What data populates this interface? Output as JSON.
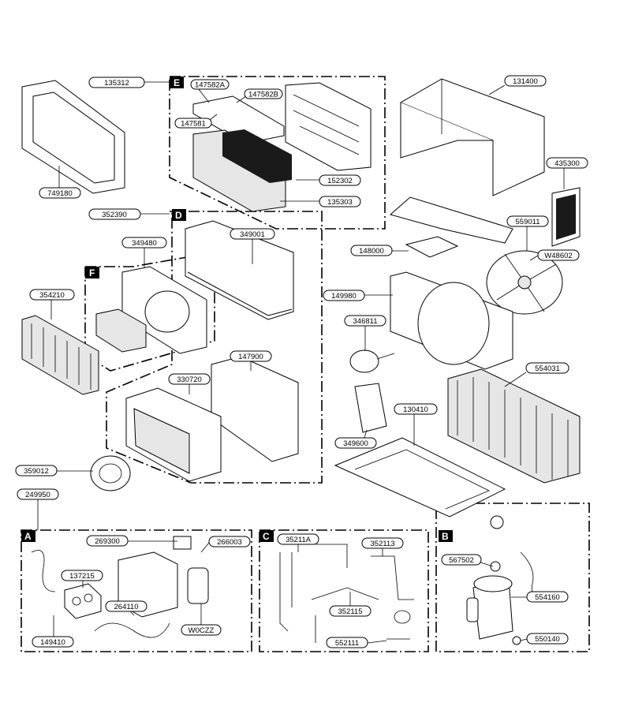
{
  "sections": {
    "A": "A",
    "B": "B",
    "C": "C",
    "D": "D",
    "E": "E",
    "F": "F"
  },
  "parts": {
    "p135312": "135312",
    "p147582a": "147582A",
    "p147582b": "147582B",
    "p147581": "147581",
    "p152302": "152302",
    "p135303": "135303",
    "p131400": "131400",
    "p749180": "749180",
    "p435300": "435300",
    "p352390": "352390",
    "p349480": "349480",
    "p349001": "349001",
    "p148000": "148000",
    "p559011": "559011",
    "pw48602": "W48602",
    "p354210": "354210",
    "p149980": "149980",
    "p346811": "346811",
    "p147900": "147900",
    "p330720": "330720",
    "p554031": "554031",
    "p130410": "130410",
    "p349600": "349600",
    "p359012": "359012",
    "p249950": "249950",
    "p269300": "269300",
    "p266003": "266003",
    "p137215": "137215",
    "p264110": "264110",
    "pw0czz": "W0CZZ",
    "p149410": "149410",
    "p352114": "35211A",
    "p352113": "352113",
    "p352115": "352115",
    "p552111": "552111",
    "p567502": "567502",
    "p554160": "554160",
    "p550140": "550140"
  },
  "colors": {
    "line": "#000000",
    "fill": "#ffffff",
    "shade": "#e6e6e6"
  }
}
